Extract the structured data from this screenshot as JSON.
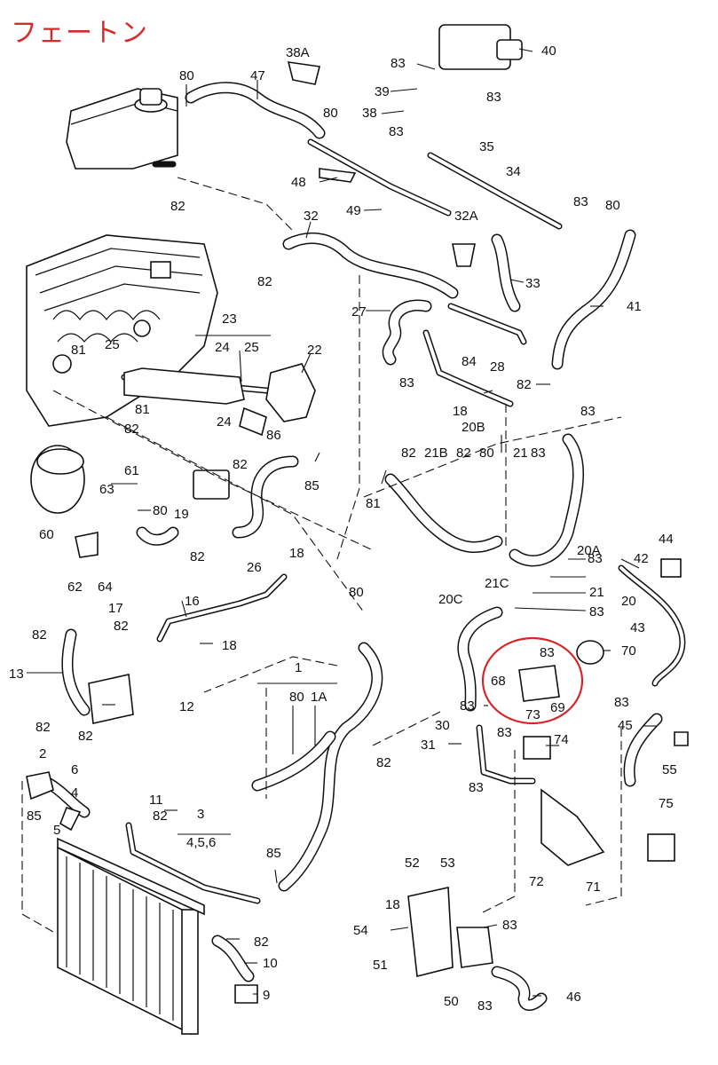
{
  "title": "フェートン",
  "highlight_color": "#d6262a",
  "callouts": [
    {
      "id": "c-38a",
      "text": "38A"
    },
    {
      "id": "c-80a",
      "text": "80"
    },
    {
      "id": "c-47",
      "text": "47"
    },
    {
      "id": "c-83a",
      "text": "83"
    },
    {
      "id": "c-40",
      "text": "40"
    },
    {
      "id": "c-39",
      "text": "39"
    },
    {
      "id": "c-83b",
      "text": "83"
    },
    {
      "id": "c-38",
      "text": "38"
    },
    {
      "id": "c-80b",
      "text": "80"
    },
    {
      "id": "c-83c",
      "text": "83"
    },
    {
      "id": "c-35",
      "text": "35"
    },
    {
      "id": "c-34",
      "text": "34"
    },
    {
      "id": "c-48",
      "text": "48"
    },
    {
      "id": "c-82a",
      "text": "82"
    },
    {
      "id": "c-49",
      "text": "49"
    },
    {
      "id": "c-32",
      "text": "32"
    },
    {
      "id": "c-32a",
      "text": "32A"
    },
    {
      "id": "c-83d",
      "text": "83"
    },
    {
      "id": "c-80c",
      "text": "80"
    },
    {
      "id": "c-33",
      "text": "33"
    },
    {
      "id": "c-82b",
      "text": "82"
    },
    {
      "id": "c-41",
      "text": "41"
    },
    {
      "id": "c-27",
      "text": "27"
    },
    {
      "id": "c-23",
      "text": "23"
    },
    {
      "id": "c-24a",
      "text": "24"
    },
    {
      "id": "c-25a",
      "text": "25"
    },
    {
      "id": "c-25b",
      "text": "25"
    },
    {
      "id": "c-22",
      "text": "22"
    },
    {
      "id": "c-81a",
      "text": "81"
    },
    {
      "id": "c-84",
      "text": "84"
    },
    {
      "id": "c-83e",
      "text": "83"
    },
    {
      "id": "c-28",
      "text": "28"
    },
    {
      "id": "c-82c",
      "text": "82"
    },
    {
      "id": "c-18a",
      "text": "18"
    },
    {
      "id": "c-82d",
      "text": "82"
    },
    {
      "id": "c-81b",
      "text": "81"
    },
    {
      "id": "c-24b",
      "text": "24"
    },
    {
      "id": "c-86",
      "text": "86"
    },
    {
      "id": "c-83f",
      "text": "83"
    },
    {
      "id": "c-20b",
      "text": "20B"
    },
    {
      "id": "c-82e",
      "text": "82"
    },
    {
      "id": "c-85a",
      "text": "85"
    },
    {
      "id": "c-61",
      "text": "61"
    },
    {
      "id": "c-82f",
      "text": "82"
    },
    {
      "id": "c-21b",
      "text": "21B"
    },
    {
      "id": "c-82g",
      "text": "82"
    },
    {
      "id": "c-80d",
      "text": "80"
    },
    {
      "id": "c-21",
      "text": "21"
    },
    {
      "id": "c-83g",
      "text": "83"
    },
    {
      "id": "c-63",
      "text": "63"
    },
    {
      "id": "c-80e",
      "text": "80"
    },
    {
      "id": "c-19",
      "text": "19"
    },
    {
      "id": "c-81c",
      "text": "81"
    },
    {
      "id": "c-60",
      "text": "60"
    },
    {
      "id": "c-82h",
      "text": "82"
    },
    {
      "id": "c-26",
      "text": "26"
    },
    {
      "id": "c-20a",
      "text": "20A"
    },
    {
      "id": "c-44",
      "text": "44"
    },
    {
      "id": "c-42",
      "text": "42"
    },
    {
      "id": "c-83h",
      "text": "83"
    },
    {
      "id": "c-18b",
      "text": "18"
    },
    {
      "id": "c-62",
      "text": "62"
    },
    {
      "id": "c-64",
      "text": "64"
    },
    {
      "id": "c-21c",
      "text": "21C"
    },
    {
      "id": "c-21d",
      "text": "21"
    },
    {
      "id": "c-20",
      "text": "20"
    },
    {
      "id": "c-80f",
      "text": "80"
    },
    {
      "id": "c-17",
      "text": "17"
    },
    {
      "id": "c-16",
      "text": "16"
    },
    {
      "id": "c-20c",
      "text": "20C"
    },
    {
      "id": "c-83i",
      "text": "83"
    },
    {
      "id": "c-82i",
      "text": "82"
    },
    {
      "id": "c-82j",
      "text": "82"
    },
    {
      "id": "c-18c",
      "text": "18"
    },
    {
      "id": "c-43",
      "text": "43"
    },
    {
      "id": "c-13",
      "text": "13"
    },
    {
      "id": "c-83j",
      "text": "83"
    },
    {
      "id": "c-70",
      "text": "70"
    },
    {
      "id": "c-1",
      "text": "1"
    },
    {
      "id": "c-68",
      "text": "68"
    },
    {
      "id": "c-12",
      "text": "12"
    },
    {
      "id": "c-80g",
      "text": "80"
    },
    {
      "id": "c-1a",
      "text": "1A"
    },
    {
      "id": "c-83k",
      "text": "83"
    },
    {
      "id": "c-73",
      "text": "73"
    },
    {
      "id": "c-69",
      "text": "69"
    },
    {
      "id": "c-83l",
      "text": "83"
    },
    {
      "id": "c-82k",
      "text": "82"
    },
    {
      "id": "c-82l",
      "text": "82"
    },
    {
      "id": "c-30",
      "text": "30"
    },
    {
      "id": "c-83m",
      "text": "83"
    },
    {
      "id": "c-45",
      "text": "45"
    },
    {
      "id": "c-2",
      "text": "2"
    },
    {
      "id": "c-31",
      "text": "31"
    },
    {
      "id": "c-74",
      "text": "74"
    },
    {
      "id": "c-82m",
      "text": "82"
    },
    {
      "id": "c-55",
      "text": "55"
    },
    {
      "id": "c-6",
      "text": "6"
    },
    {
      "id": "c-4",
      "text": "4"
    },
    {
      "id": "c-11",
      "text": "11"
    },
    {
      "id": "c-83n",
      "text": "83"
    },
    {
      "id": "c-85b",
      "text": "85"
    },
    {
      "id": "c-82n",
      "text": "82"
    },
    {
      "id": "c-5",
      "text": "5"
    },
    {
      "id": "c-3",
      "text": "3"
    },
    {
      "id": "c-456",
      "text": "4,5,6"
    },
    {
      "id": "c-75",
      "text": "75"
    },
    {
      "id": "c-85c",
      "text": "85"
    },
    {
      "id": "c-52",
      "text": "52"
    },
    {
      "id": "c-53",
      "text": "53"
    },
    {
      "id": "c-72",
      "text": "72"
    },
    {
      "id": "c-71",
      "text": "71"
    },
    {
      "id": "c-18d",
      "text": "18"
    },
    {
      "id": "c-54",
      "text": "54"
    },
    {
      "id": "c-83o",
      "text": "83"
    },
    {
      "id": "c-82o",
      "text": "82"
    },
    {
      "id": "c-51",
      "text": "51"
    },
    {
      "id": "c-10",
      "text": "10"
    },
    {
      "id": "c-9",
      "text": "9"
    },
    {
      "id": "c-50",
      "text": "50"
    },
    {
      "id": "c-83p",
      "text": "83"
    },
    {
      "id": "c-46",
      "text": "46"
    }
  ]
}
